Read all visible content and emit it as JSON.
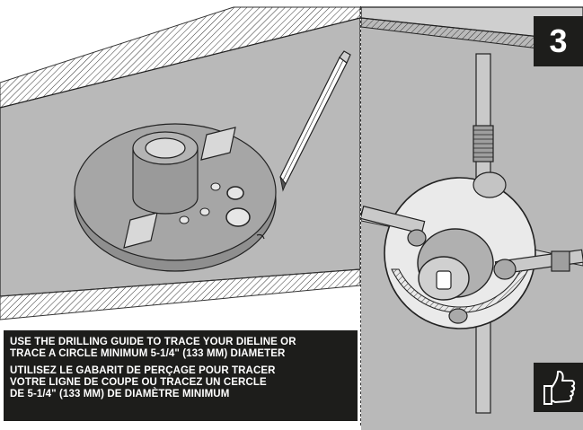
{
  "step_number": "3",
  "instructions": {
    "english_line1": "USE THE DRILLING GUIDE TO TRACE YOUR DIELINE OR",
    "english_line2": "TRACE A CIRCLE MINIMUM 5-1/4\" (133 MM) DIAMETER",
    "french_line1": "UTILISEZ LE GABARIT DE PERÇAGE POUR TRACER",
    "french_line2": "VOTRE LIGNE DE COUPE OU TRACEZ UN CERCLE",
    "french_line3": "DE 5-1/4\" (133 MM) DE DIAMÈTRE MINIMUM"
  },
  "icons": {
    "thumbs_up": "thumbs-up-icon",
    "pencil": "pencil-icon"
  },
  "colors": {
    "panel_gray": "#b9b9b9",
    "dark": "#1d1d1b",
    "text_on_dark": "#ffffff"
  }
}
